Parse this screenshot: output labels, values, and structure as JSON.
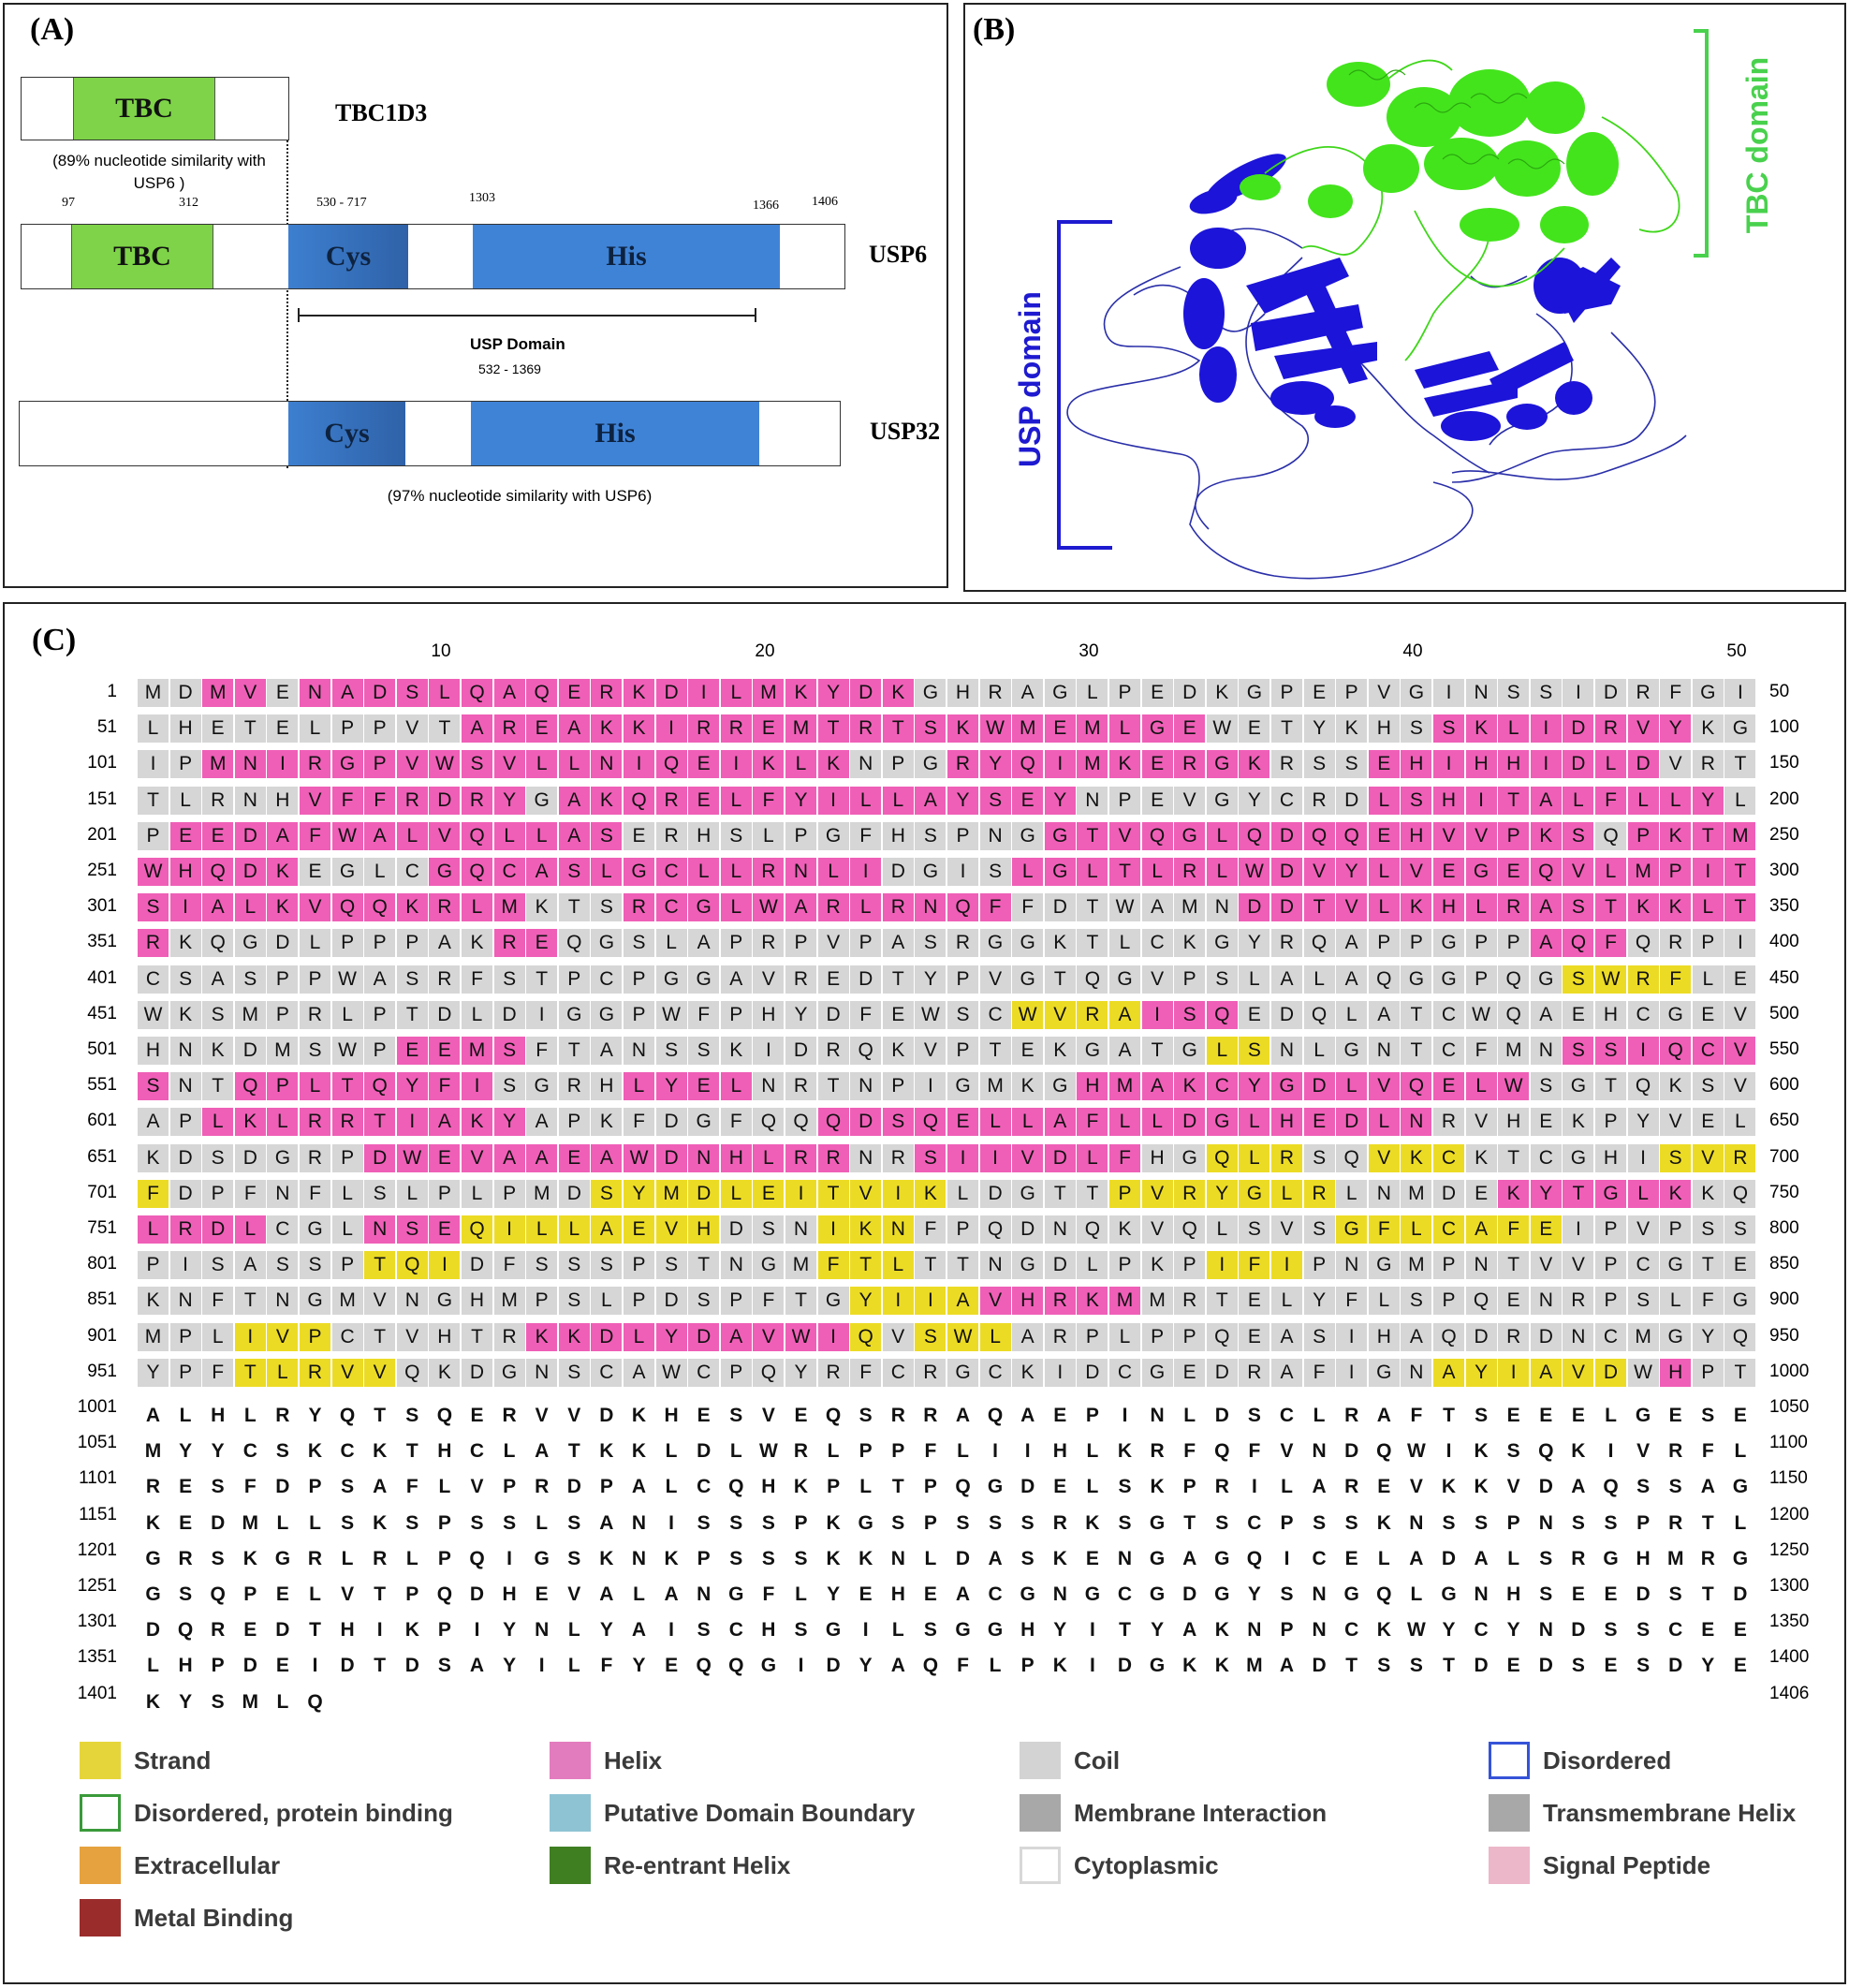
{
  "panel_a": {
    "label": "(A)",
    "tbc1d3": {
      "name": "TBC1D3",
      "domain": "TBC",
      "note": "(89% nucleotide similarity with USP6 )"
    },
    "usp6": {
      "name": "USP6",
      "tbc_label": "TBC",
      "cys_label": "Cys",
      "his_label": "His",
      "pos_97": "97",
      "pos_312": "312",
      "pos_530_717": "530  - 717",
      "pos_1303": "1303",
      "pos_1366": "1366",
      "pos_1406": "1406",
      "usp_domain_label": "USP Domain",
      "usp_domain_range": "532 - 1369"
    },
    "usp32": {
      "name": "USP32",
      "cys_label": "Cys",
      "his_label": "His",
      "note": "(97% nucleotide similarity with USP6)"
    }
  },
  "panel_b": {
    "label": "(B)",
    "tbc_domain_label": "TBC domain",
    "usp_domain_label": "USP domain",
    "colors": {
      "tbc": "#3fe018",
      "usp": "#1a14d6"
    }
  },
  "panel_c": {
    "label": "(C)",
    "column_ticks": [
      "10",
      "20",
      "30",
      "40",
      "50"
    ],
    "rows": [
      {
        "start": "1",
        "end": "50",
        "seq": "MDMVENADSLQAQERKDILMKYDKGHRAGLPEDKGPEPVGINSSIDRFGI",
        "ss": "CCHHCHHHHHHHHHHHHHHHHHHHCCCCCCCCCCCCCCCCCCCCCCCCCC"
      },
      {
        "start": "51",
        "end": "100",
        "seq": "LHETELPPVTAREAKKIRREMTRTSKWMEMLGEWETYKHSSKLIDRVYKG",
        "ss": "CCCCCCCCCCHHHHHHHHHHHHHHHHHHHHHHHCCCCCCCHHHHHHHHCC"
      },
      {
        "start": "101",
        "end": "150",
        "seq": "IPMNIRGPVWSVLLNIQEIKLKNPGRYQIMKERGKRSSEHIHHIDLDVRT",
        "ss": "CCHHHHHHHHHHHHHHHHHHHHCCCHHHHHHHHHHCCCHHHHHHHHHCCC"
      },
      {
        "start": "151",
        "end": "200",
        "seq": "TLRNHVFFRDRYGAKQRELFYILLAYSEYNPEVGYCRDLSHITALFLLYL",
        "ss": "CCCCCHHHHHHHCHHHHHHHHHHHHHHHHCCCCCCCCCHHHHHHHHHHHC"
      },
      {
        "start": "201",
        "end": "250",
        "seq": "PEEDAFWALVQLLASERHSLPGFHSPNGGTVQGLQDQQEHVVPKSQPKTM",
        "ss": "CHHHHHHHHHHHHHHCCCCCCCCCCCCCHHHHHHHHHHHHHHHHHCHHHH"
      },
      {
        "start": "251",
        "end": "300",
        "seq": "WHQDKEGLCGQCASLGCLLRNLIDGISLGLTLRLWDVYLVEGEQVLMPIT",
        "ss": "HHHHHCCCCHHHHHHHHHHHHHHCCCCHHHHHHHHHHHHHHHHHHHHHHH"
      },
      {
        "start": "301",
        "end": "350",
        "seq": "SIALKVQQKRLMKTSRCGLWARLRNQFFDTWAMNDDTVLKHLRASTKKLT",
        "ss": "HHHHHHHHHHHHCCCHHHHHHHHHHHHCCCCCCCHHHHHHHHHHHHHHHH"
      },
      {
        "start": "351",
        "end": "400",
        "seq": "RKQGDLPPPAKREQGSLAPRPVPASRGGKTLCKGYRQAPPGPPAQFQRPI",
        "ss": "HCCCCCCCCCCHHCCCCCCCCCCCCCCCCCCCCCCCCCCCCCCHHHCCCC"
      },
      {
        "start": "401",
        "end": "450",
        "seq": "CSASPPWASRFSTPCPGGAVREDTYPVGTQGVPSLALAQGGPQGSWRFLE",
        "ss": "CCCCCCCCCCCCCCCCCCCCCCCCCCCCCCCCCCCCCCCCCCCCEEEECC"
      },
      {
        "start": "451",
        "end": "500",
        "seq": "WKSMPRLPTDLDIGGPWFPHYDFEWSCWVRAISQEDQLATCWQAEHCGEV",
        "ss": "CCCCCCCCCCCCCCCCCCCCCCCCCCCEEEEHHHCCCCCCCCCCCCCCCC"
      },
      {
        "start": "501",
        "end": "550",
        "seq": "HNKDMSWPEEMSFTANSSKIDRQKVPTEKGATGLSNLGNTCFMNSSIQCV",
        "ss": "CCCCCCCCHHHHCCCCCCCCCCCCCCCCCCCCCEECCCCCCCCCHHHHHH"
      },
      {
        "start": "551",
        "end": "600",
        "seq": "SNTQPLTQYFISGRHLYELNRTNPIGMKGHMAKCYGDLVQELWSGTQKSV",
        "ss": "HCCHHHHHHHHCCCCHHHHCCCCCCCCCCHHHHHHHHHHHHHHCCCCCCC"
      },
      {
        "start": "601",
        "end": "650",
        "seq": "APLKLRRTIAKYAPKFDGFQQQDSQELLAFLLDGLHEDLNRVHEKPYVEL",
        "ss": "CCHHHHHHHHHHCCCCCCCCCHHHHHHHHHHHHHHHHHHHCCCCCCCCCC"
      },
      {
        "start": "651",
        "end": "700",
        "seq": "KDSDGRPDWEVAAEAWDNHLRRNRSIIVDLFHGQLRSQVKCKTCGHISVR",
        "ss": "CCCCCCCHHHHHHHHHHHHHHHCCHHHHHHHCCEEECCEEECCCCCCEEEE"
      },
      {
        "start": "701",
        "end": "750",
        "seq": "FDPFNFLSLPLPMDSYMDLEITVIKLDGTTPVRYGLRLNMDEKYTGLKKQ",
        "ss": "ECCCCCCCCCCCCCEEEEEEEEEEECCCCCEEEEEEECCCCCHHHHHH"
      },
      {
        "start": "751",
        "end": "800",
        "seq": "LRDLCGLNSEQILLAEVHDSNIKNFPQDNQKVQLSVSGFLCAFEIPVPSS",
        "ss": "HHHHCCCHHHEEEEEEEECCCEEECCCCCCCCCCCCCEEEEEEECCCCC"
      },
      {
        "start": "801",
        "end": "850",
        "seq": "PISASSPTQIDFSSSPSTNGMFTLTTNGDLPKPIFIPNGMPNTVVPCGTE",
        "ss": "CCCCCCCEEECCCCCCCCCCCEEECCCCCCCCCEEECCCCCCCCCCCCCC"
      },
      {
        "start": "851",
        "end": "900",
        "seq": "KNFTNGMVNGHMPSLPDSPFTGYIIAVHRKMMRTELYFLSPQENRPSLFG",
        "ss": "CCCCCCCCCCCCCCCCCCCCCCEEEEHHHHHCCCCCCCCCCCCCCCCCCC"
      },
      {
        "start": "901",
        "end": "950",
        "seq": "MPLIVPCTVHTRKKDLYDAVWIQVSWLARPLPPQEASIHAQDRDNCMGYQ",
        "ss": "CCCEEECCCCCCHHHHHHHHHHECEEECCCCCCCCCCCCCCCCCCCCCCC"
      },
      {
        "start": "951",
        "end": "1000",
        "seq": "YPFTLRVVQKDGNSCAWCPQYRFCRGCKIDCGEDRAFIGNAYIAVDWHPT",
        "ss": "CCCEEEEECCCCCCCCCCCCCCCCCCCCCCCCCCCCCCCCEEEEEECHC"
      },
      {
        "start": "1001",
        "end": "1050",
        "seq": "ALHLRYQTSQERVVDKHESVEQSRRAQAEPINLDSCLRAFTSEEELGESE",
        "ss": "NNNNNNNNNNNNNNNNNNNNNNNNNNNNNNNNNNNNNNNNNNNNNNNNNN"
      },
      {
        "start": "1051",
        "end": "1100",
        "seq": "MYYCSKCKTHCLATKKLDLWRLPPFLIIHLKRFQFVNDQWIKSQKIVRFL",
        "ss": "NNNNNNNNNNNNNNNNNNNNNNNNNNNNNNNNNNNNNNNNNNNNNNNNNN"
      },
      {
        "start": "1101",
        "end": "1150",
        "seq": "RESFDPSAFLVPRDPALCQHKPLTPQGDELSKPRILAREVKKVDAQSSAG",
        "ss": "NNNNNNNNNNNNNNNNNNNNNNNNNNNNNNNNNNNNNNNNNNNNNNNNNN"
      },
      {
        "start": "1151",
        "end": "1200",
        "seq": "KEDMLLSKSPSSLSANISSSPKGSPSSSRKSGTSCPSSKNSSPNSSPRTL",
        "ss": "NNNNNNNNNNNNNNNNNNNNNNNNNNNNNNNNNNNNNNNNNNNNNNNNNN"
      },
      {
        "start": "1201",
        "end": "1250",
        "seq": "GRSKGRLRLPQIGSKNKPSSSKKNLDASKENGAGQICELADALSRGHMRG",
        "ss": "NNNNNNNNNNNNNNNNNNNNNNNNNNNNNNNNNNNNNNNNNNNNNNNNNN"
      },
      {
        "start": "1251",
        "end": "1300",
        "seq": "GSQPELVTPQDHEVALANGFLYEHEACGNGCGDGYSNGQLGNHSEEDSTD",
        "ss": "NNNNNNNNNNNNNNNNNNNNNNNNNNNNNNNNNNNNNNNNNNNNNNNNNN"
      },
      {
        "start": "1301",
        "end": "1350",
        "seq": "DQREDTHIKPIYNLYAISCHSGILSGGHYITYAKNPNCKWYCYNDSSCEE",
        "ss": "NNNNNNNNNNNNNNNNNNNNNNNNNNNNNNNNNNNNNNNNNNNNNNNNNN"
      },
      {
        "start": "1351",
        "end": "1400",
        "seq": "LHPDEIDTDSAYILFYEQQGIDYAQFLPKIDGKKMADTSSTDEDSESDYE",
        "ss": "NNNNNNNNNNNNNNNNNNNNNNNNNNNNNNNNNNNNNNNNNNNNNNNNNN"
      },
      {
        "start": "1401",
        "end": "1406",
        "seq": "KYSMLQ",
        "ss": "NNNNNN"
      }
    ],
    "legend": [
      {
        "label": "Strand",
        "color": "#e6d53a",
        "outline": false
      },
      {
        "label": "Helix",
        "color": "#e37cbe",
        "outline": false
      },
      {
        "label": "Coil",
        "color": "#d3d3d3",
        "outline": false
      },
      {
        "label": "Disordered",
        "color": "#3553d8",
        "outline": true
      },
      {
        "label": "Disordered, protein binding",
        "color": "#3a9a3a",
        "outline": true
      },
      {
        "label": "Putative Domain Boundary",
        "color": "#8ec3d4",
        "outline": false
      },
      {
        "label": "Membrane Interaction",
        "color": "#a8a8a8",
        "outline": false
      },
      {
        "label": "Transmembrane Helix",
        "color": "#a8a8a8",
        "outline": false
      },
      {
        "label": "Extracellular",
        "color": "#e6a23e",
        "outline": false
      },
      {
        "label": "Re-entrant Helix",
        "color": "#3f7f22",
        "outline": false
      },
      {
        "label": "Cytoplasmic",
        "color": "#ffffff",
        "outline": true
      },
      {
        "label": "Signal Peptide",
        "color": "#ecb7c9",
        "outline": false
      },
      {
        "label": "Metal Binding",
        "color": "#9b2c2c",
        "outline": false
      }
    ]
  }
}
